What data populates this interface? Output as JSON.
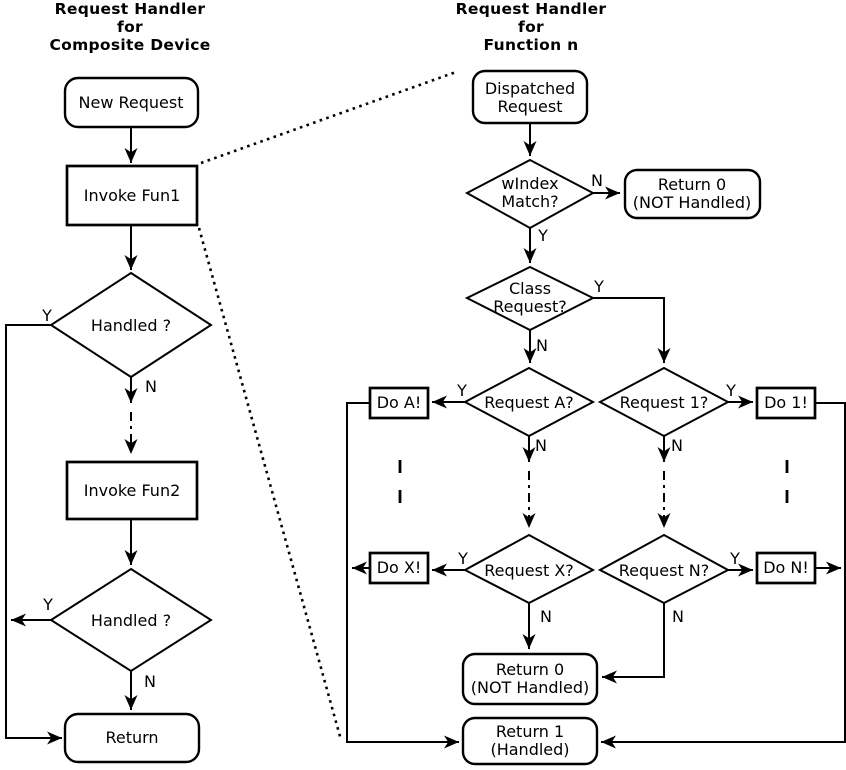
{
  "page": {
    "background": "#ffffff",
    "ink": "#000000"
  },
  "left_chart": {
    "title_lines": [
      "Request Handler",
      "for",
      "Composite Device"
    ],
    "nodes": {
      "new_request": "New Request",
      "invoke_fun1": "Invoke Fun1",
      "handled_1": "Handled ?",
      "invoke_fun2": "Invoke Fun2",
      "handled_2": "Handled ?",
      "return": "Return"
    }
  },
  "right_chart": {
    "title_lines": [
      "Request Handler",
      "for",
      "Function n"
    ],
    "nodes": {
      "dispatched_request": [
        "Dispatched",
        "Request"
      ],
      "windex_match": [
        "wIndex",
        "Match?"
      ],
      "return_0_top": [
        "Return 0",
        "(NOT Handled)"
      ],
      "class_request": [
        "Class",
        "Request?"
      ],
      "request_a": "Request A?",
      "request_1": "Request 1?",
      "do_a": "Do A!",
      "do_1": "Do 1!",
      "request_x": "Request X?",
      "request_n": "Request N?",
      "do_x": "Do X!",
      "do_n": "Do N!",
      "return_0_bottom": [
        "Return 0",
        "(NOT Handled)"
      ],
      "return_1": [
        "Return 1",
        "(Handled)"
      ]
    }
  },
  "branch_labels": {
    "yes": "Y",
    "no": "N"
  }
}
